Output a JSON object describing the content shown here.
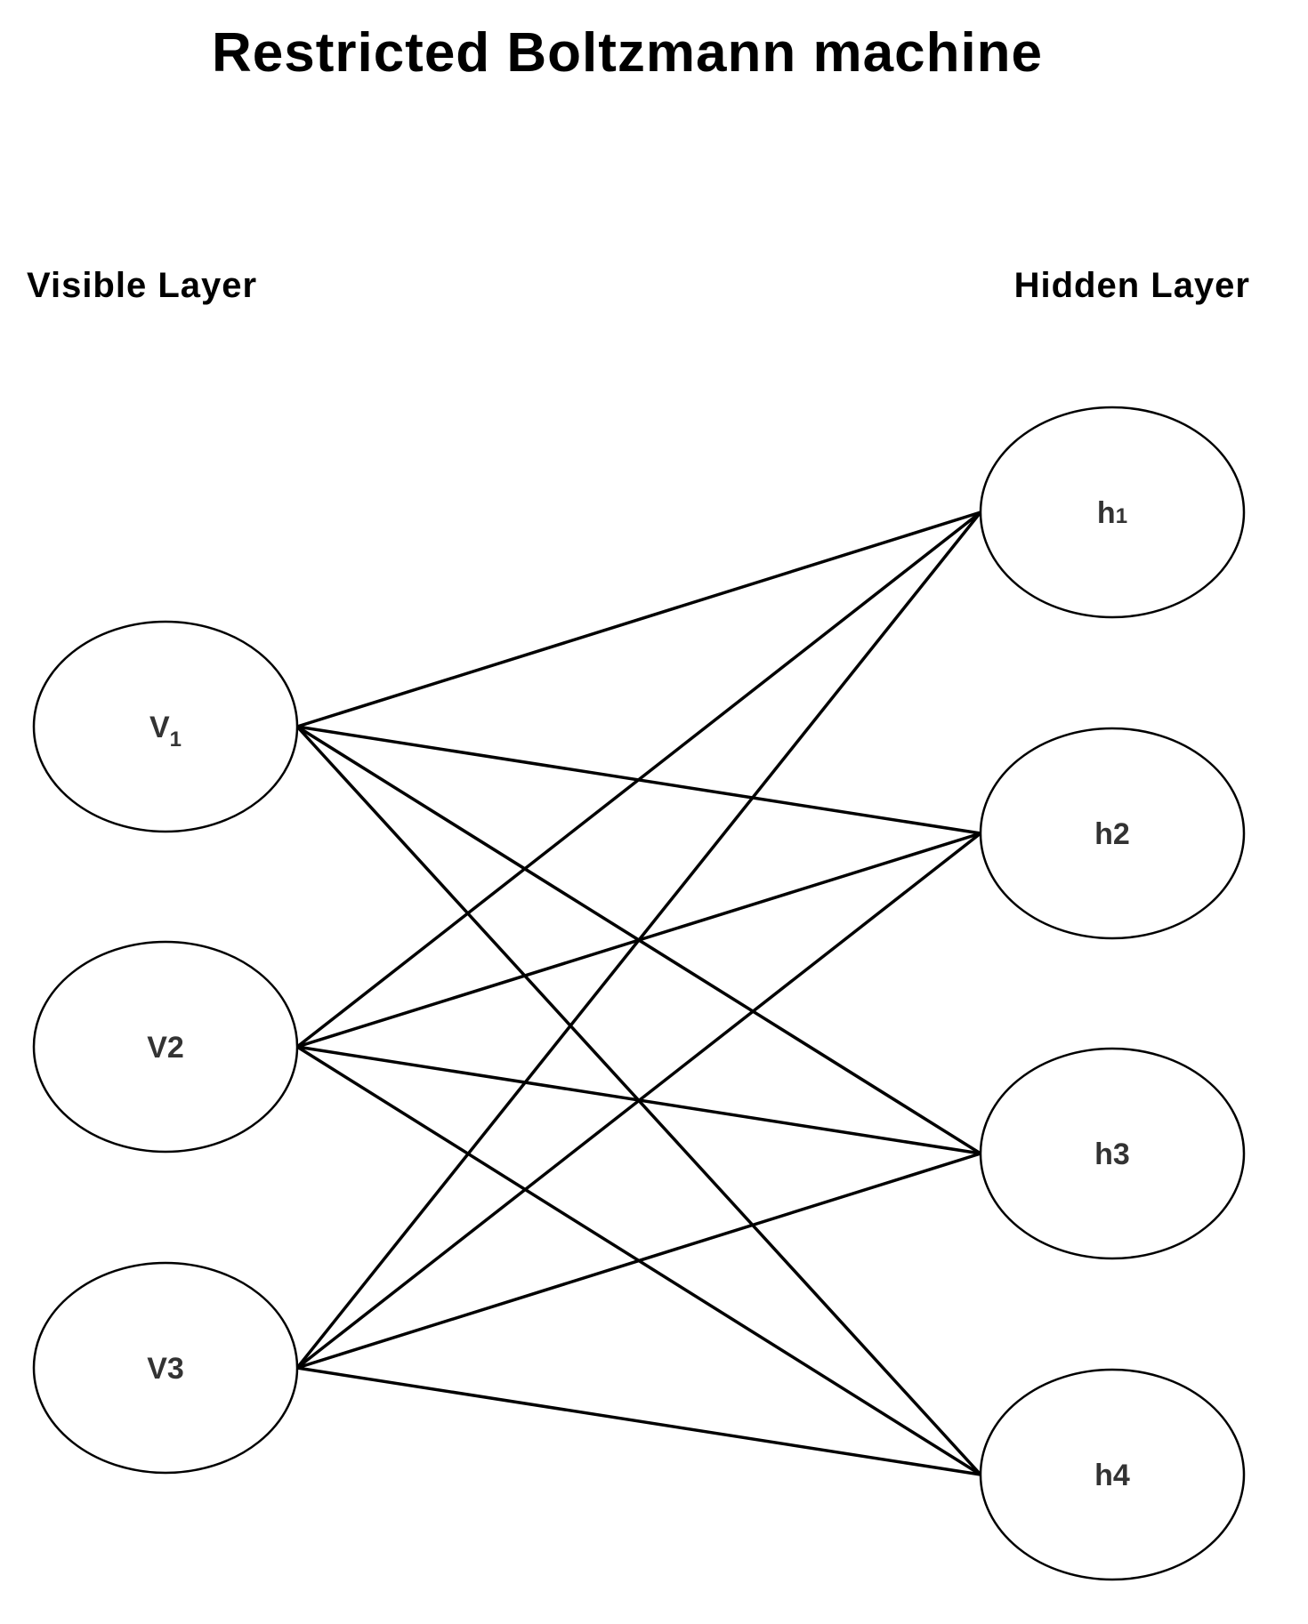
{
  "title": "Restricted Boltzmann machine",
  "visible_layer": {
    "label": "Visible Layer",
    "nodes": [
      {
        "id": "v1",
        "label": "V",
        "sub": "1"
      },
      {
        "id": "v2",
        "label": "V2",
        "sub": ""
      },
      {
        "id": "v3",
        "label": "V3",
        "sub": ""
      }
    ]
  },
  "hidden_layer": {
    "label": "Hidden Layer",
    "nodes": [
      {
        "id": "h1",
        "label": "h",
        "sub": "1"
      },
      {
        "id": "h2",
        "label": "h2",
        "sub": ""
      },
      {
        "id": "h3",
        "label": "h3",
        "sub": ""
      },
      {
        "id": "h4",
        "label": "h4",
        "sub": ""
      }
    ]
  },
  "connectivity": "fully-connected-bipartite",
  "colors": {
    "background": "#ffffff",
    "line": "#000000",
    "node_text": "#333333"
  }
}
